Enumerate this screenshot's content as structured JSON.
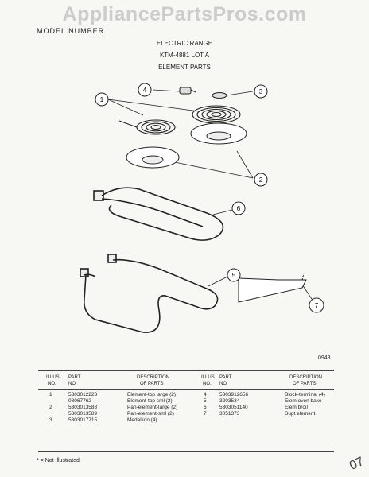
{
  "watermark": "AppliancePartsPros.com",
  "model_line": "MODEL NUMBER",
  "header": {
    "line1": "ELECTRIC RANGE",
    "line2": "KTM-4881 LOT A",
    "line3": "ELEMENT PARTS"
  },
  "callouts": [
    "1",
    "2",
    "3",
    "4",
    "5",
    "6",
    "7"
  ],
  "figure_code": "0948",
  "table": {
    "left_headers": {
      "illus": "ILLUS.",
      "no": "NO.",
      "part": "PART",
      "part_no": "NO.",
      "desc": "DESCRIPTION",
      "desc2": "OF PARTS"
    },
    "right_headers": {
      "illus": "ILLUS.",
      "no": "NO.",
      "part": "PART",
      "part_no": "NO.",
      "desc": "DESCRIPTION",
      "desc2": "OF PARTS"
    },
    "left_rows": [
      {
        "illus": "1",
        "part": "5303012223",
        "desc": "Element-top large (2)"
      },
      {
        "illus": "",
        "part": "08067762",
        "desc": "Element-top sml (2)"
      },
      {
        "illus": "2",
        "part": "5303013588",
        "desc": "Pan-element-large (2)"
      },
      {
        "illus": "",
        "part": "5303013589",
        "desc": "Pan-element-sml (2)"
      },
      {
        "illus": "3",
        "part": "5303017715",
        "desc": "Medallion (4)"
      }
    ],
    "right_rows": [
      {
        "illus": "4",
        "part": "5303912656",
        "desc": "Block-terminal (4)"
      },
      {
        "illus": "5",
        "part": "3203534",
        "desc": "Elem oven bake"
      },
      {
        "illus": "6",
        "part": "5303051140",
        "desc": "Elem broil"
      },
      {
        "illus": "7",
        "part": "3051373",
        "desc": "Supt element"
      }
    ]
  },
  "note": "* = Not Illustrated",
  "corner_mark": "07"
}
